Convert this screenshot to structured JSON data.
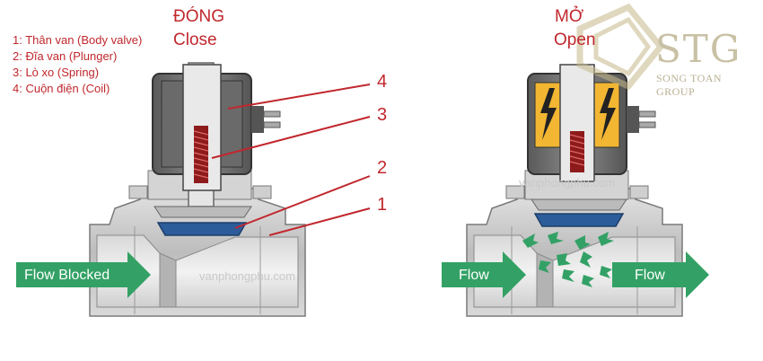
{
  "legend": {
    "items": [
      "1: Thân van (Body valve)",
      "2: Đĩa van (Plunger)",
      "3: Lò xo (Spring)",
      "4: Cuộn điện (Coil)"
    ]
  },
  "closed": {
    "title_vn": "ĐÓNG",
    "title_en": "Close",
    "arrow_label": "Flow Blocked",
    "callouts": [
      "4",
      "3",
      "2",
      "1"
    ]
  },
  "open": {
    "title_vn": "MỞ",
    "title_en": "Open",
    "inlet_label": "Flow",
    "outlet_label": "Flow"
  },
  "brand": {
    "logo": "STG",
    "name": "SONG TOAN GROUP"
  },
  "watermarks": [
    "vanphongphu.com",
    "vanphongphu.com"
  ],
  "colors": {
    "title_red": "#c1272d",
    "flow_green": "#33a165",
    "plunger_blue": "#2d5c9a",
    "coil_yellow": "#f2b632",
    "body_grey": "#c9c9c9"
  },
  "icons": [
    "lightning-icon",
    "flow-arrow-icon"
  ]
}
